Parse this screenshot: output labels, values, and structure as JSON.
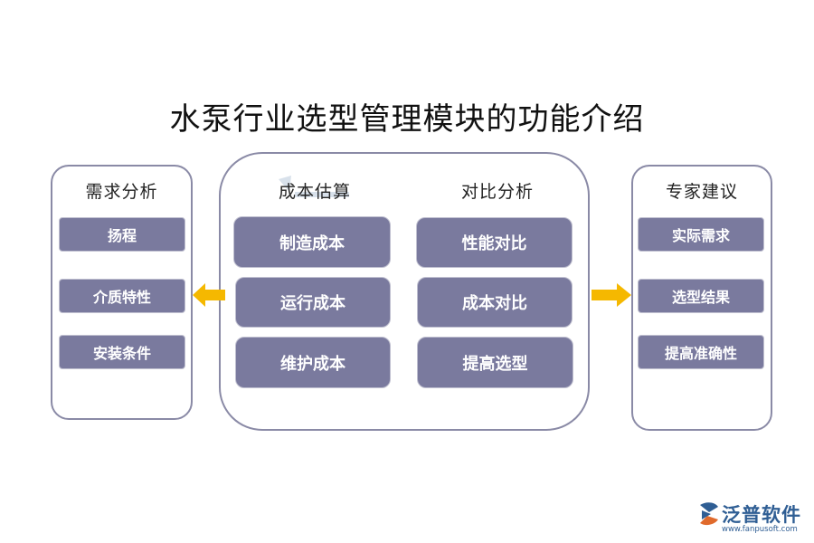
{
  "title": "水泵行业选型管理模块的功能介绍",
  "left_panel": {
    "heading": "需求分析",
    "items": [
      "扬程",
      "介质特性",
      "安装条件"
    ]
  },
  "center_panel": {
    "left_column": {
      "heading": "成本估算",
      "items": [
        "制造成本",
        "运行成本",
        "维护成本"
      ]
    },
    "right_column": {
      "heading": "对比分析",
      "items": [
        "性能对比",
        "成本对比",
        "提高选型"
      ]
    }
  },
  "right_panel": {
    "heading": "专家建议",
    "items": [
      "实际需求",
      "选型结果",
      "提高准确性"
    ]
  },
  "logo": {
    "name": "泛普软件",
    "url": "www.fanpusoft.com"
  },
  "colors": {
    "box_fill": "#7a7a9e",
    "panel_border": "#8a8aa6",
    "arrow": "#f5b800",
    "logo": "#2f5e94"
  }
}
